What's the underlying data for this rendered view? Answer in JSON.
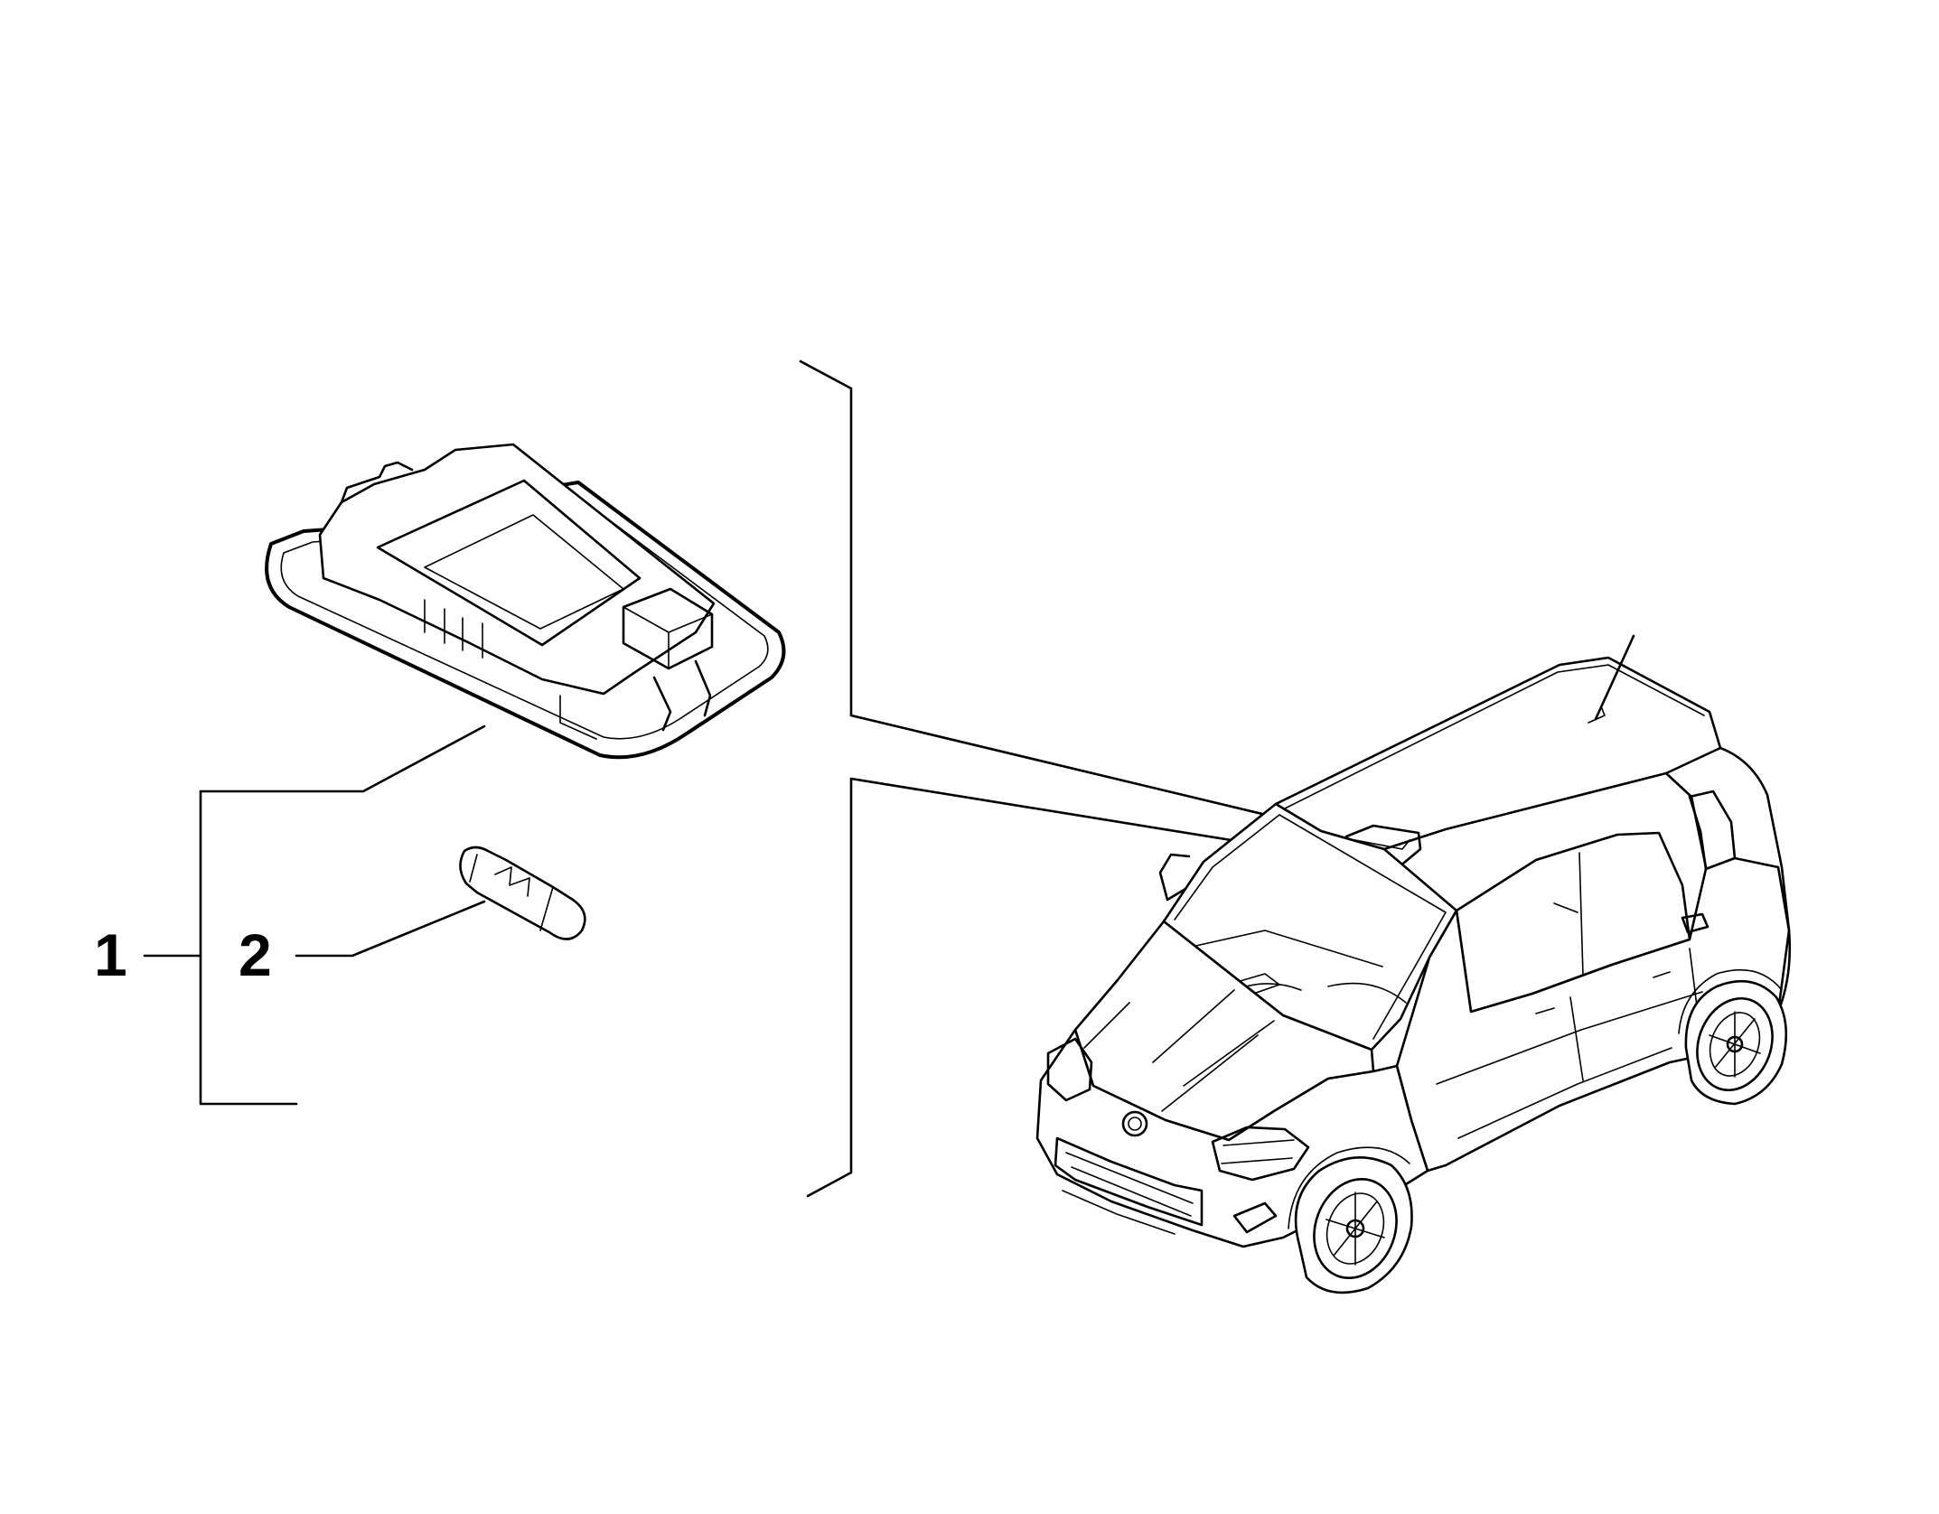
{
  "callouts": [
    {
      "id": "1",
      "label": "1"
    },
    {
      "id": "2",
      "label": "2"
    }
  ],
  "parts": [
    {
      "callout": "1",
      "icon": "interior-dome-light-icon"
    },
    {
      "callout": "2",
      "icon": "festoon-bulb-icon"
    }
  ],
  "vehicle": {
    "icon": "car-hatchback-icon"
  },
  "colors": {
    "line": "#000000",
    "background": "#ffffff"
  }
}
